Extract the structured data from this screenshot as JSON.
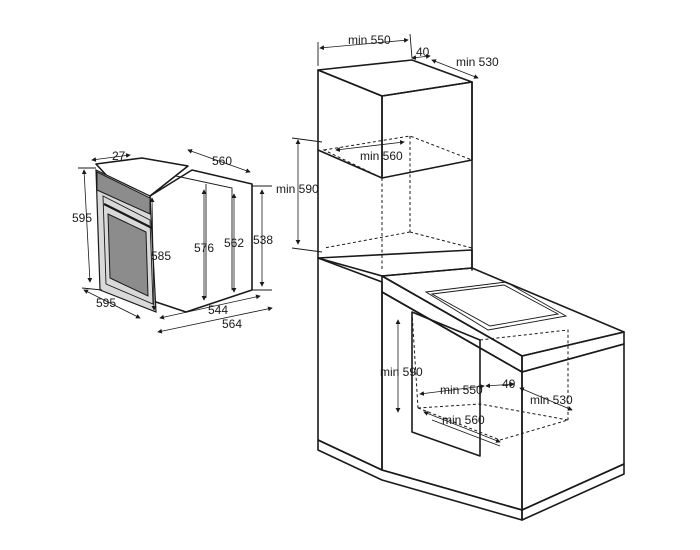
{
  "oven": {
    "width": "595",
    "height": "595",
    "front_depth": "27",
    "top_depth": "560",
    "door_height": "585",
    "body_height_576": "576",
    "body_height_562": "562",
    "rear_height": "538",
    "bottom_544": "544",
    "bottom_564": "564"
  },
  "tall_cabinet": {
    "min_width": "min 550",
    "gap": "40",
    "min_depth": "min 530",
    "min_560": "min 560",
    "min_590": "min 590"
  },
  "under_counter": {
    "min_590": "min 590",
    "min_550": "min 550",
    "gap": "40",
    "min_530": "min 530",
    "min_560": "min 560"
  }
}
